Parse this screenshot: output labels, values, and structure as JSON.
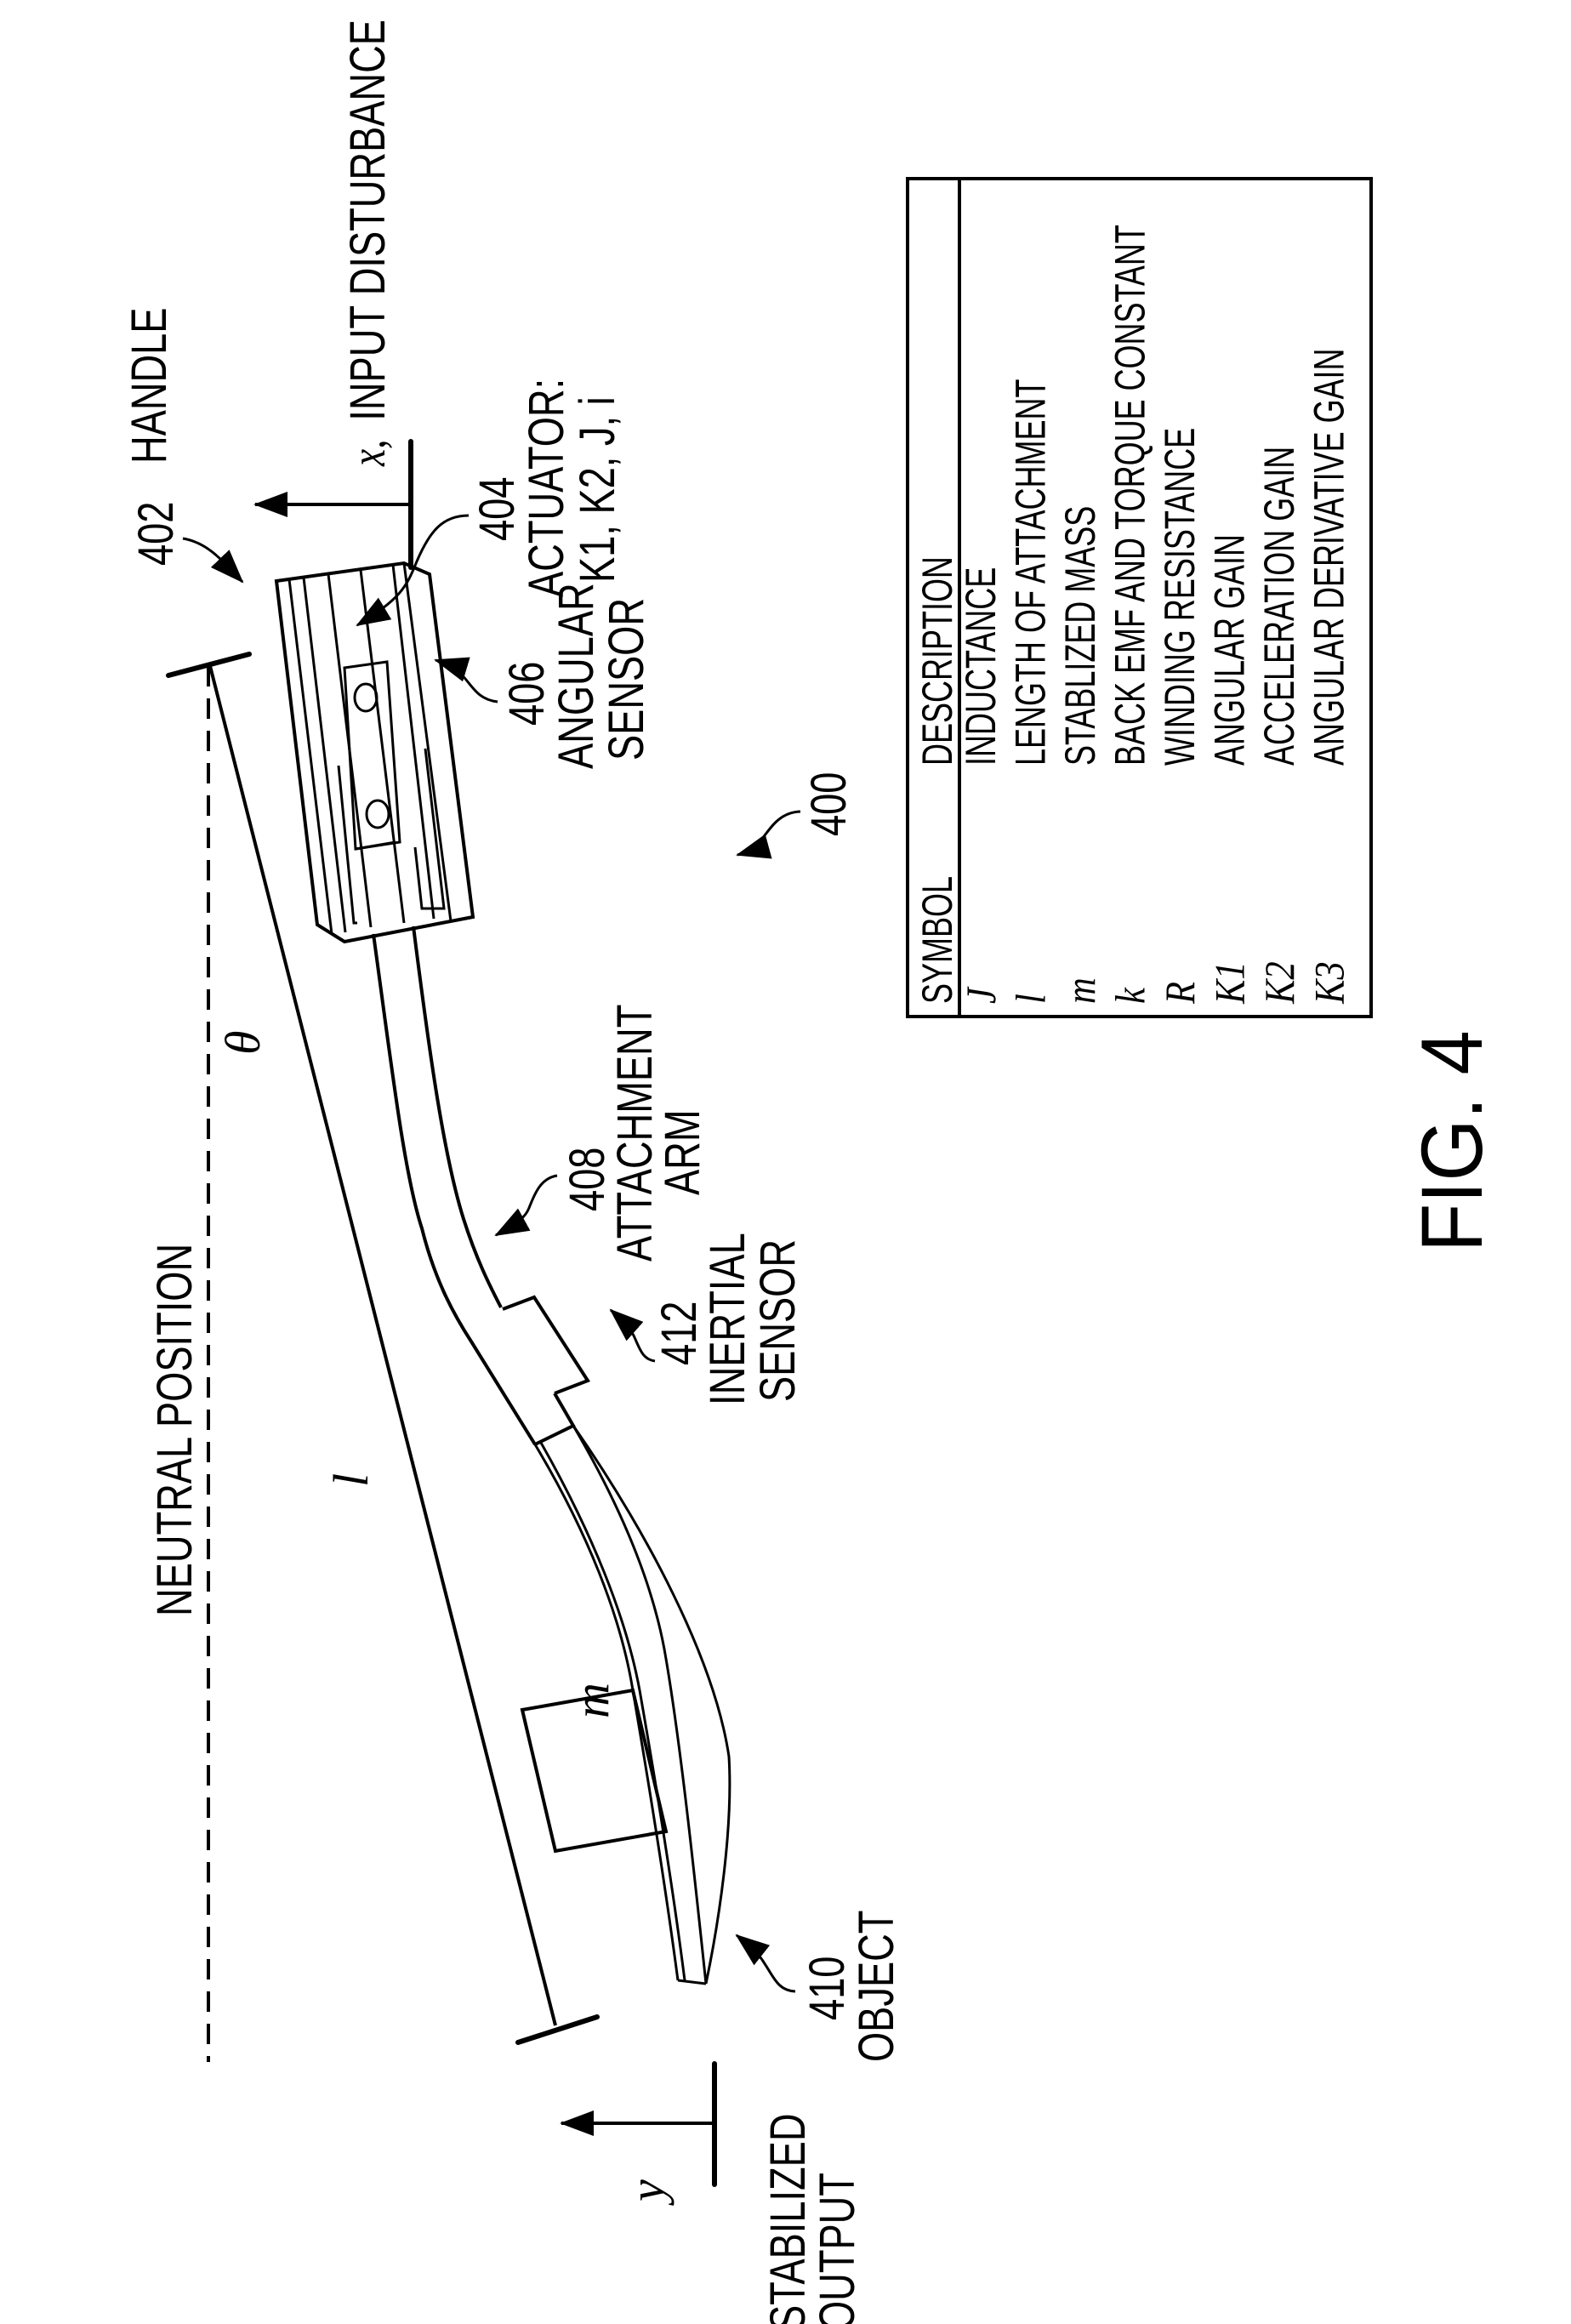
{
  "figure": {
    "title": "FIG. 4",
    "reference": "400",
    "neutral_position_label": "NEUTRAL POSITION",
    "input": {
      "symbol": "x,",
      "label": "INPUT DISTURBANCE"
    },
    "output": {
      "symbol": "y",
      "label_line1": "STABILIZED",
      "label_line2": "OUTPUT"
    },
    "angle_symbol": "θ",
    "length_symbol": "l",
    "mass_symbol": "m",
    "components": {
      "handle": {
        "ref": "402",
        "label": "HANDLE"
      },
      "actuator": {
        "ref": "404",
        "label": "ACTUATOR:",
        "params": "K1, K2, J, i"
      },
      "angular_sensor": {
        "ref": "406",
        "label_line1": "ANGULAR",
        "label_line2": "SENSOR"
      },
      "attachment_arm": {
        "ref": "408",
        "label_line1": "ATTACHMENT",
        "label_line2": "ARM"
      },
      "object": {
        "ref": "410",
        "label": "OBJECT"
      },
      "inertial_sensor": {
        "ref": "412",
        "label_line1": "INERTIAL",
        "label_line2": "SENSOR"
      }
    }
  },
  "table": {
    "headers": {
      "symbol": "SYMBOL",
      "description": "DESCRIPTION"
    },
    "rows": [
      {
        "symbol": "J",
        "description": "INDUCTANCE"
      },
      {
        "symbol": "l",
        "description": "LENGTH OF ATTACHMENT"
      },
      {
        "symbol": "m",
        "description": "STABLIZED MASS"
      },
      {
        "symbol": "k",
        "description": "BACK EMF AND TORQUE CONSTANT"
      },
      {
        "symbol": "R",
        "description": "WINDING RESISTANCE"
      },
      {
        "symbol": "K1",
        "description": "ANGULAR GAIN"
      },
      {
        "symbol": "K2",
        "description": "ACCELERATION GAIN"
      },
      {
        "symbol": "K3",
        "description": "ANGULAR DERIVATIVE GAIN"
      }
    ]
  }
}
